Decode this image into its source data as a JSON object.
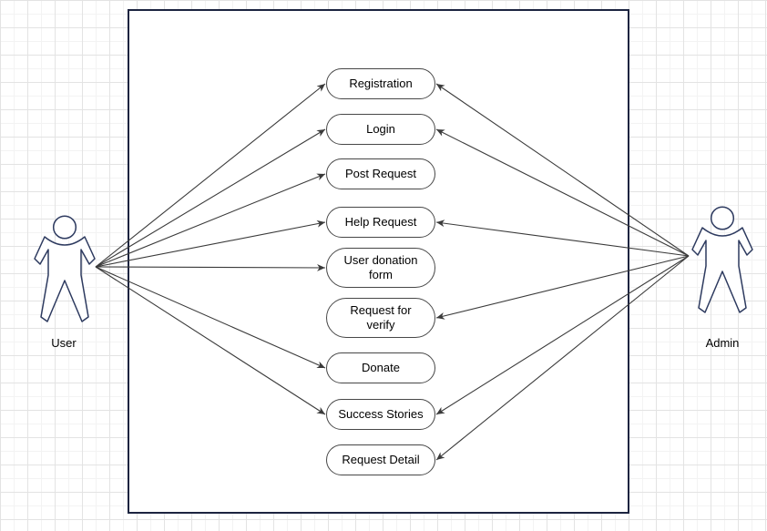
{
  "colors": {
    "boundary_stroke": "#1c2440",
    "actor_stroke": "#2d3a5f",
    "node_stroke": "#474747",
    "edge_stroke": "#3a3a3a",
    "text_color": "#000000",
    "grid_minor": "#f3f3f3",
    "grid_major": "#e3e3e3"
  },
  "actors": [
    {
      "id": "user",
      "label": "User",
      "icon": "person-outline-icon"
    },
    {
      "id": "admin",
      "label": "Admin",
      "icon": "person-outline-icon"
    }
  ],
  "use_cases": [
    {
      "id": "registration",
      "label": "Registration"
    },
    {
      "id": "login",
      "label": "Login"
    },
    {
      "id": "post_request",
      "label": "Post Request"
    },
    {
      "id": "help_request",
      "label": "Help Request"
    },
    {
      "id": "user_donation_form",
      "label": "User donation form"
    },
    {
      "id": "request_for_verify",
      "label": "Request for verify"
    },
    {
      "id": "donate",
      "label": "Donate"
    },
    {
      "id": "success_stories",
      "label": "Success Stories"
    },
    {
      "id": "request_detail",
      "label": "Request Detail"
    }
  ],
  "edges": [
    {
      "from": "user",
      "to": "registration"
    },
    {
      "from": "user",
      "to": "login"
    },
    {
      "from": "user",
      "to": "post_request"
    },
    {
      "from": "user",
      "to": "help_request"
    },
    {
      "from": "user",
      "to": "user_donation_form"
    },
    {
      "from": "user",
      "to": "donate"
    },
    {
      "from": "user",
      "to": "success_stories"
    },
    {
      "from": "admin",
      "to": "registration"
    },
    {
      "from": "admin",
      "to": "login"
    },
    {
      "from": "admin",
      "to": "help_request"
    },
    {
      "from": "admin",
      "to": "request_for_verify"
    },
    {
      "from": "admin",
      "to": "success_stories"
    },
    {
      "from": "admin",
      "to": "request_detail"
    }
  ]
}
